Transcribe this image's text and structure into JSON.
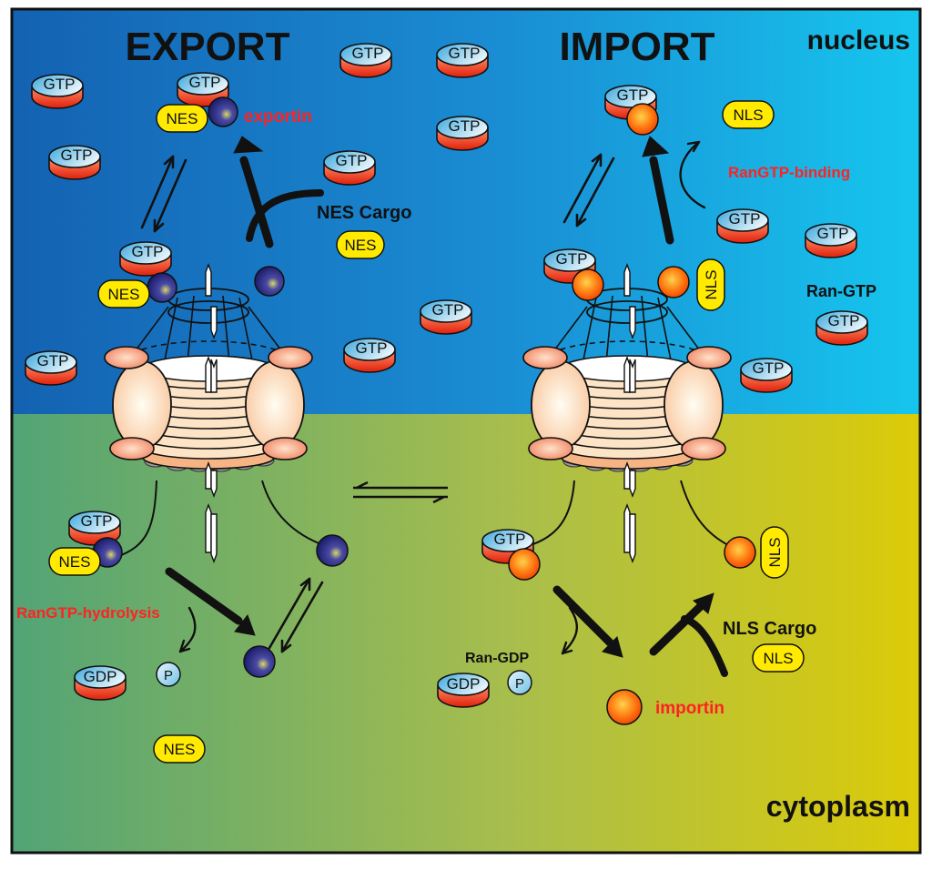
{
  "headings": {
    "export": "EXPORT",
    "import": "IMPORT",
    "nucleus": "nucleus",
    "cytoplasm": "cytoplasm"
  },
  "labels": {
    "exportin": "exportin",
    "importin": "importin",
    "nes_cargo": "NES Cargo",
    "nls_cargo": "NLS Cargo",
    "ran_gtp": "Ran-GTP",
    "ran_gdp": "Ran-GDP",
    "rangtp_binding": "RanGTP-binding",
    "rangtp_hydrolysis": "RanGTP-hydrolysis"
  },
  "molecules": {
    "gtp": "GTP",
    "gdp": "GDP",
    "nes": "NES",
    "nls": "NLS",
    "phosphate": "P"
  },
  "colors": {
    "nucleus_left": "#1464b4",
    "nucleus_right": "#14c3ec",
    "cytoplasm_left": "#54a574",
    "cytoplasm_right": "#dccc0a",
    "label_red": "#ff2222",
    "cargo_yellow": "#ffea00",
    "exportin_blue": "#2a2c7e",
    "importin_orange": "#ff5500",
    "ran_red": "#ee2a14",
    "ran_cap_blue": "#54b8e6"
  }
}
